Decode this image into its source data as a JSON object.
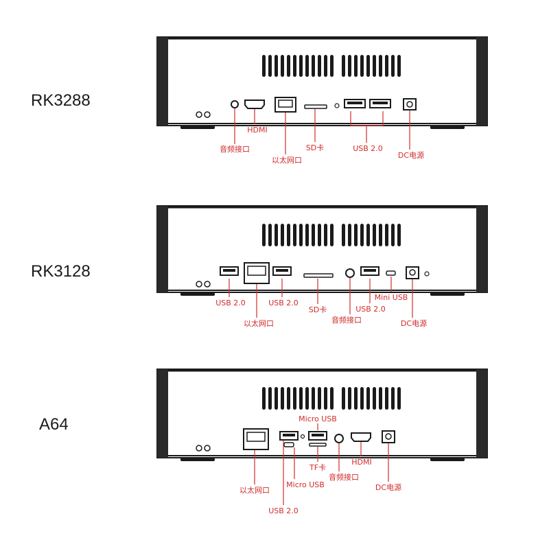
{
  "accent_color": "#d12b2b",
  "device_color": "#1a1a1a",
  "panels": [
    {
      "model": "RK3288",
      "ports": {
        "audio": "音频接口",
        "hdmi": "HDMI",
        "ethernet": "以太网口",
        "sd": "SD卡",
        "usb": "USB 2.0",
        "dc": "DC电源"
      }
    },
    {
      "model": "RK3128",
      "ports": {
        "usb_left": "USB 2.0",
        "ethernet": "以太网口",
        "usb_mid": "USB 2.0",
        "sd": "SD卡",
        "audio": "音频接口",
        "usb_right": "USB 2.0",
        "mini_usb": "Mini USB",
        "dc": "DC电源"
      }
    },
    {
      "model": "A64",
      "ports": {
        "micro_usb_top": "Micro USB",
        "ethernet": "以太网口",
        "micro_usb": "Micro USB",
        "usb": "USB 2.0",
        "tf": "TF卡",
        "audio": "音频接口",
        "hdmi": "HDMI",
        "dc": "DC电源"
      }
    }
  ]
}
